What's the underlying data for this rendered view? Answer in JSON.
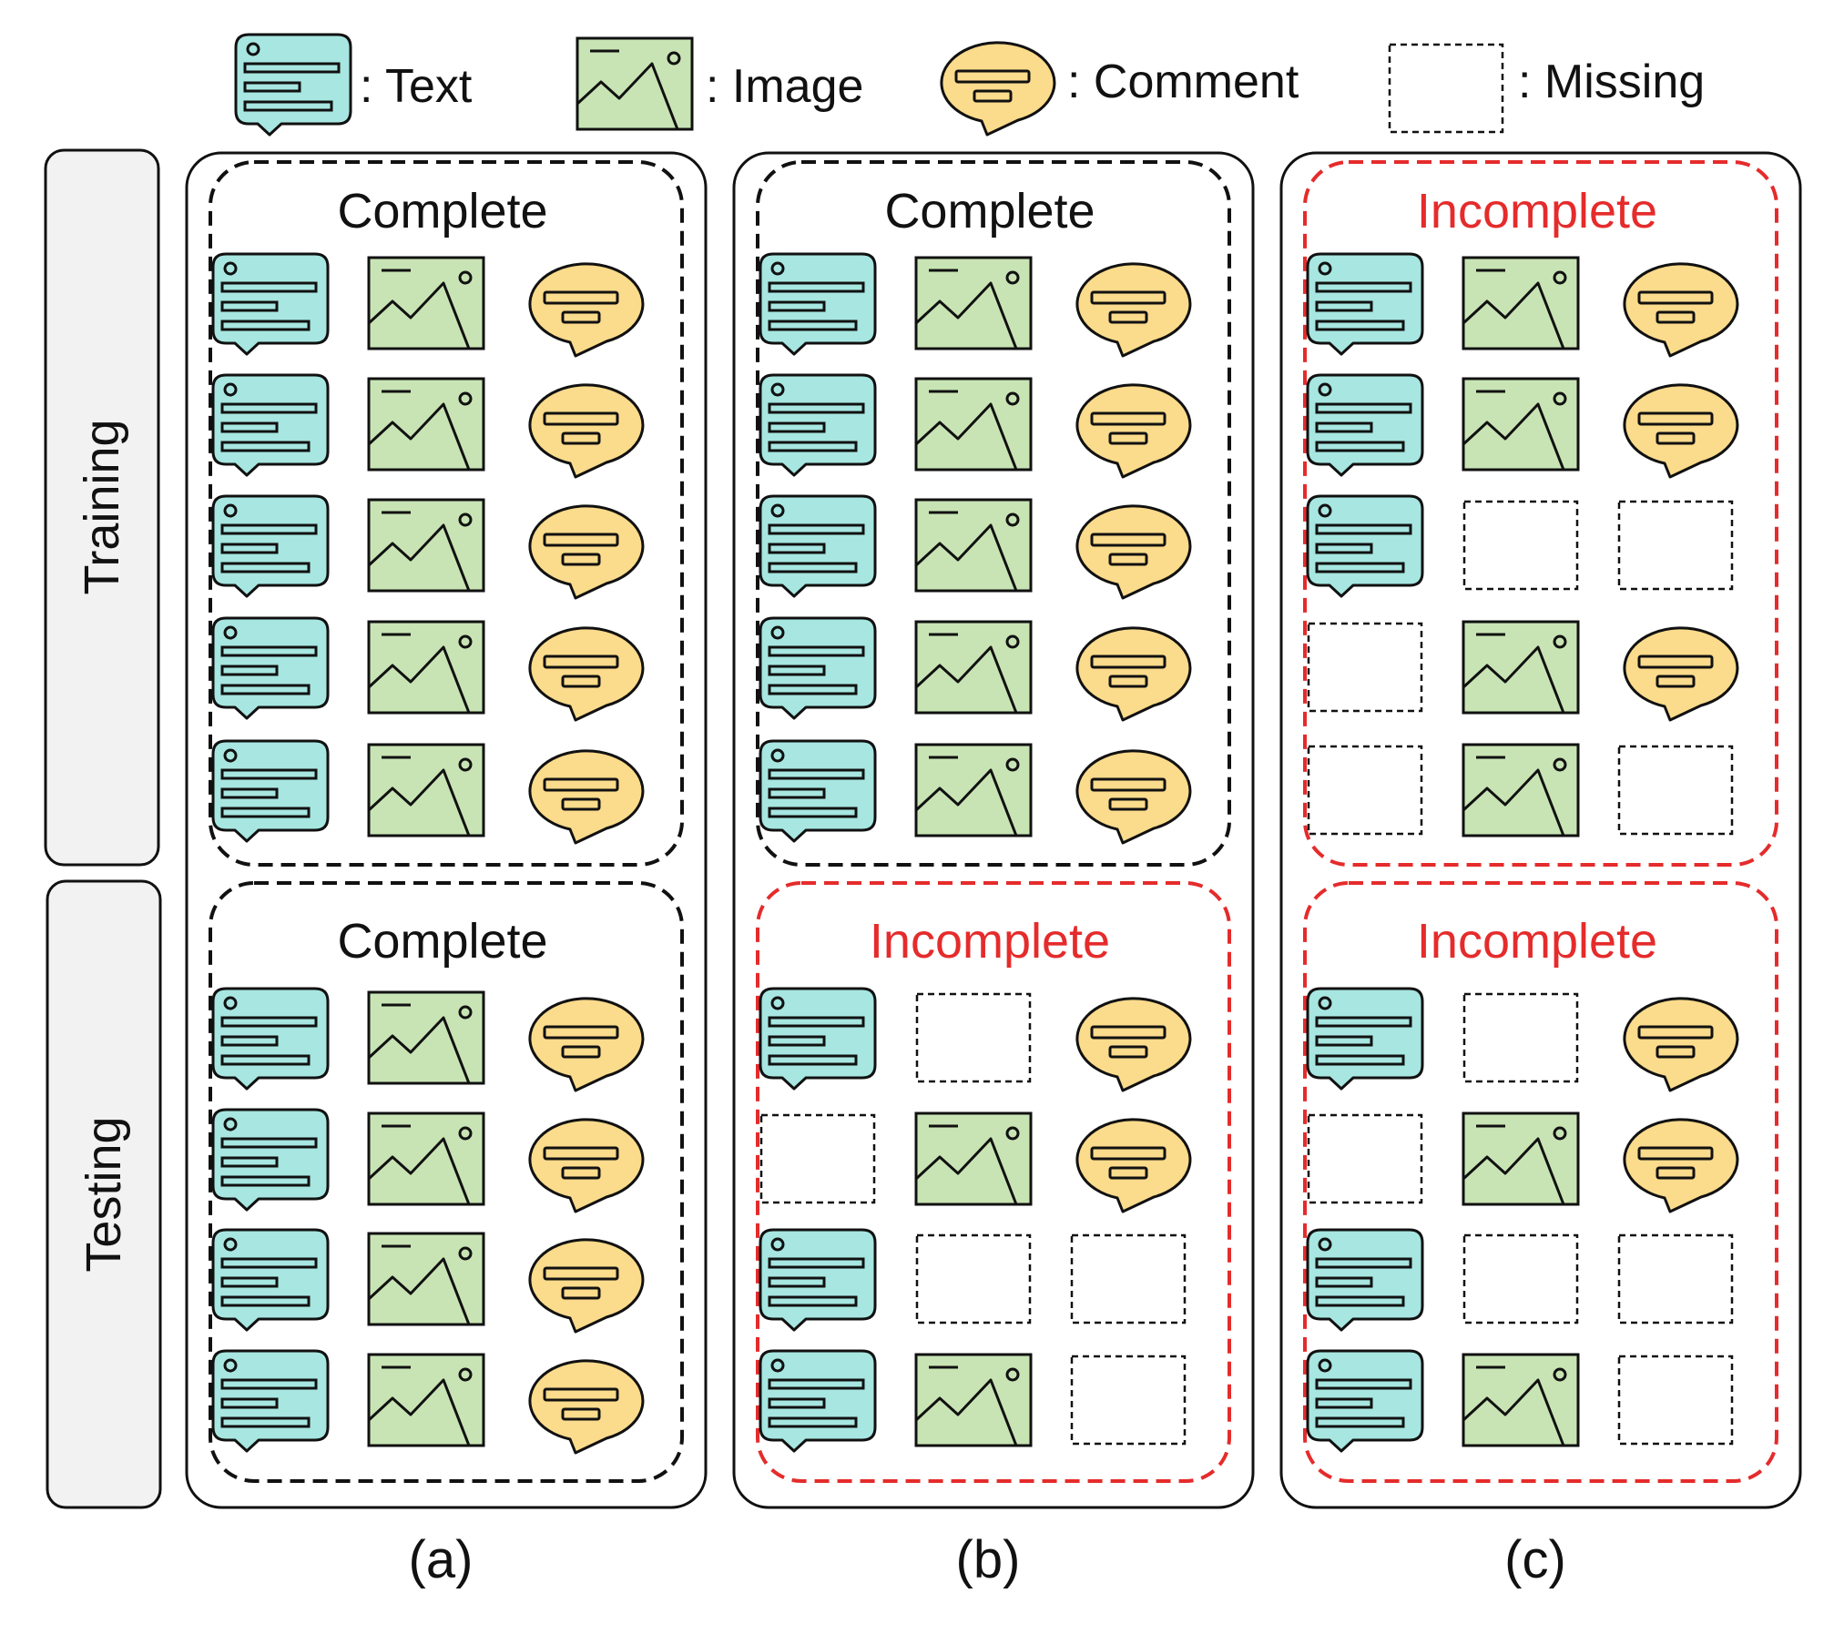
{
  "legend": {
    "text": ": Text",
    "image": ": Image",
    "comment": ": Comment",
    "missing": ": Missing"
  },
  "phases": {
    "training": "Training",
    "testing": "Testing"
  },
  "labels": {
    "complete": "Complete",
    "incomplete": "Incomplete"
  },
  "colors": {
    "text_fill": "#a7e6e1",
    "image_fill": "#c8e4b4",
    "comment_fill": "#fbdb8c",
    "incomplete": "#e52b2b",
    "stroke": "#111111",
    "phase_fill": "#f2f2f2"
  },
  "panels": [
    {
      "caption": "(a)",
      "training": {
        "status": "complete",
        "rows": [
          [
            "text",
            "image",
            "comment"
          ],
          [
            "text",
            "image",
            "comment"
          ],
          [
            "text",
            "image",
            "comment"
          ],
          [
            "text",
            "image",
            "comment"
          ],
          [
            "text",
            "image",
            "comment"
          ]
        ]
      },
      "testing": {
        "status": "complete",
        "rows": [
          [
            "text",
            "image",
            "comment"
          ],
          [
            "text",
            "image",
            "comment"
          ],
          [
            "text",
            "image",
            "comment"
          ],
          [
            "text",
            "image",
            "comment"
          ]
        ]
      }
    },
    {
      "caption": "(b)",
      "training": {
        "status": "complete",
        "rows": [
          [
            "text",
            "image",
            "comment"
          ],
          [
            "text",
            "image",
            "comment"
          ],
          [
            "text",
            "image",
            "comment"
          ],
          [
            "text",
            "image",
            "comment"
          ],
          [
            "text",
            "image",
            "comment"
          ]
        ]
      },
      "testing": {
        "status": "incomplete",
        "rows": [
          [
            "text",
            "missing",
            "comment"
          ],
          [
            "missing",
            "image",
            "comment"
          ],
          [
            "text",
            "missing",
            "missing"
          ],
          [
            "text",
            "image",
            "missing"
          ]
        ]
      }
    },
    {
      "caption": "(c)",
      "training": {
        "status": "incomplete",
        "rows": [
          [
            "text",
            "image",
            "comment"
          ],
          [
            "text",
            "image",
            "comment"
          ],
          [
            "text",
            "missing",
            "missing"
          ],
          [
            "missing",
            "image",
            "comment"
          ],
          [
            "missing",
            "image",
            "missing"
          ]
        ]
      },
      "testing": {
        "status": "incomplete",
        "rows": [
          [
            "text",
            "missing",
            "comment"
          ],
          [
            "missing",
            "image",
            "comment"
          ],
          [
            "text",
            "missing",
            "missing"
          ],
          [
            "text",
            "image",
            "missing"
          ]
        ]
      }
    }
  ]
}
